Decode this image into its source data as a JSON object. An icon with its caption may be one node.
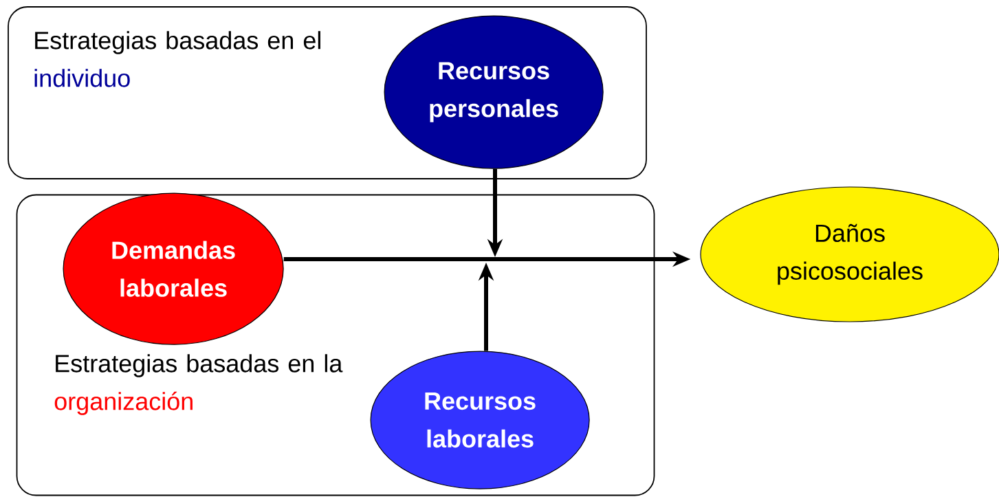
{
  "diagram": {
    "nodes": [
      {
        "text": [
          "Estrategias basadas en el",
          "individuo"
        ]
      },
      {
        "text": [
          "Recursos personales"
        ],
        "in": 0
      },
      {
        "text": [
          "Estrategias basadas en la",
          "organización"
        ]
      },
      {
        "text": [
          "Demandas laborales"
        ],
        "in": 2
      },
      {
        "text": [
          "Recursos laborales"
        ],
        "in": 2
      },
      {
        "text": [
          "Daños psicosociales"
        ]
      }
    ],
    "edges": [
      {
        "from": 3,
        "to": 5,
        "arrow": "to"
      },
      {
        "from": 1,
        "to": null,
        "arrow": "to"
      },
      {
        "from": 4,
        "to": null,
        "arrow": "to"
      }
    ]
  }
}
